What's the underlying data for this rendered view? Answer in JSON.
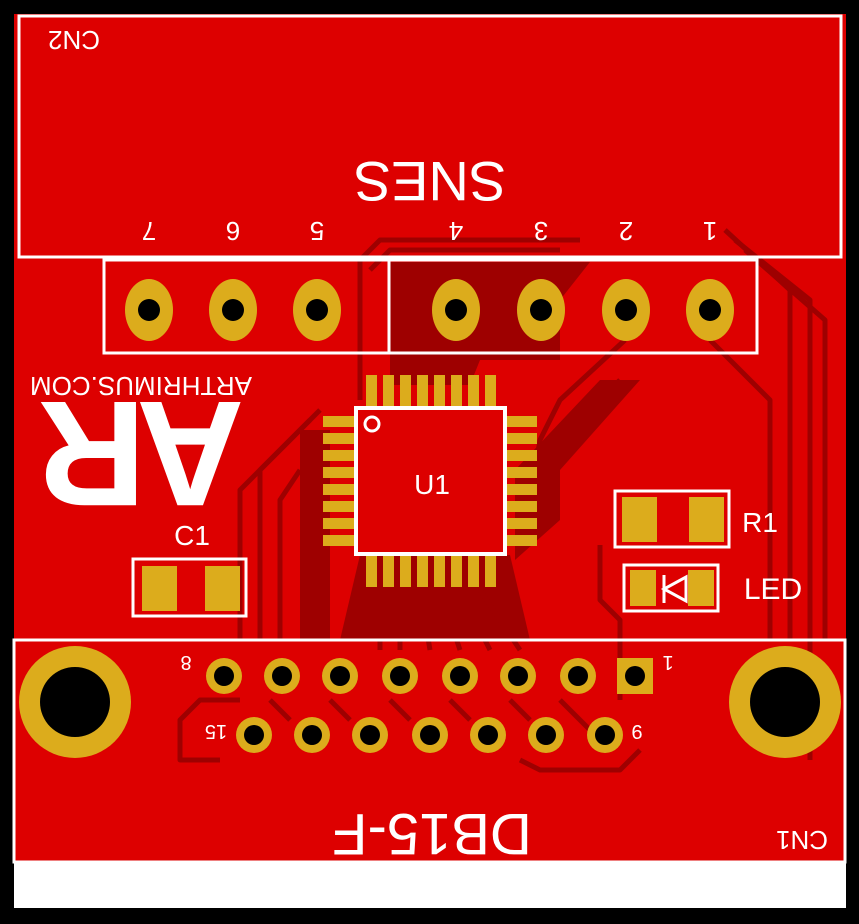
{
  "colors": {
    "background": "#000000",
    "board": "#dd0000",
    "trace": "#9e0000",
    "pad": "#dcac1c",
    "silkscreen": "#ffffff"
  },
  "connector_top": {
    "ref": "CN2",
    "name": "SNES",
    "pin_labels": [
      "7",
      "6",
      "5",
      "4",
      "3",
      "2",
      "1"
    ]
  },
  "connector_bottom": {
    "ref": "CN1",
    "name": "DB15-F",
    "pin_labels": [
      "8",
      "1",
      "15",
      "9"
    ]
  },
  "logo": {
    "url_text": "ARTHRIMUS.COM",
    "mark_text": "AR"
  },
  "components": {
    "u1": "U1",
    "c1": "C1",
    "r1": "R1",
    "led": "LED"
  }
}
